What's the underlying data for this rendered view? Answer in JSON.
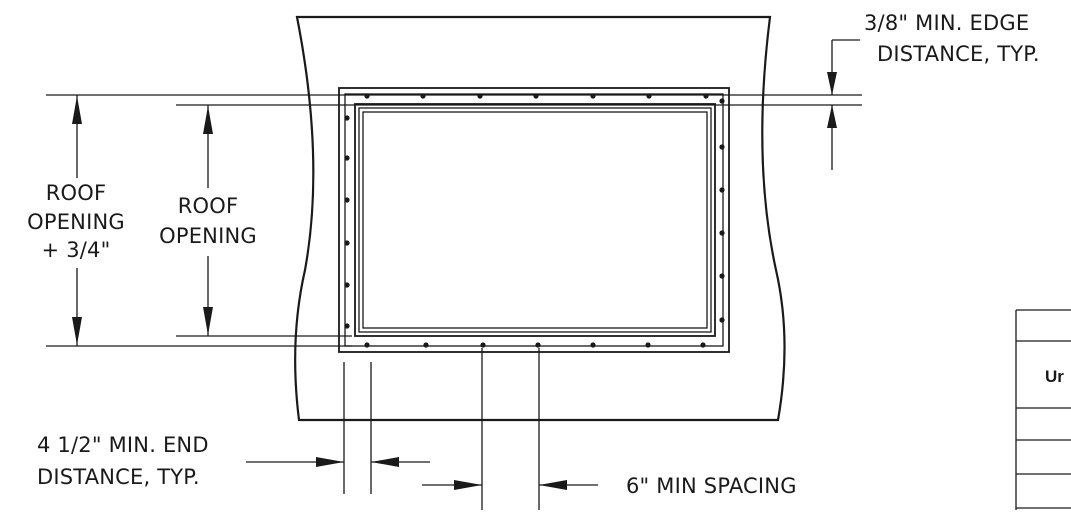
{
  "labels": {
    "edge_line1": "3/8\" MIN. EDGE",
    "edge_line2": "DISTANCE, TYP.",
    "roof_plus_line1": "ROOF",
    "roof_plus_line2": "OPENING",
    "roof_plus_line3": "+ 3/4\"",
    "roof_line1": "ROOF",
    "roof_line2": "OPENING",
    "end_line1": "4 1/2\" MIN. END",
    "end_line2": "DISTANCE, TYP.",
    "spacing": "6\" MIN SPACING"
  },
  "table": {
    "partial_cell": "Ur"
  },
  "colors": {
    "ink": "#1a1a1a",
    "paper": "#ffffff"
  }
}
